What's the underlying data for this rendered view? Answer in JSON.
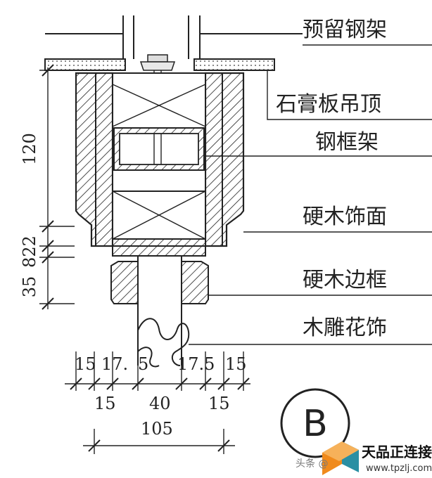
{
  "callouts": {
    "steel_frame_reserved": "预留钢架",
    "gypsum_ceiling": "石膏板吊顶",
    "steel_frame": "钢框架",
    "hardwood_finish": "硬木饰面",
    "hardwood_border": "硬木边框",
    "wood_carving": "木雕花饰"
  },
  "dimensions": {
    "vertical": {
      "top": "120",
      "mid": "822",
      "bottom": "35"
    },
    "horizontal_top": {
      "a": "15",
      "b": "17.",
      "c": "5",
      "d": "17.5",
      "e": "15"
    },
    "horizontal_mid": {
      "left": "15",
      "center": "40",
      "right": "15"
    },
    "total": "105"
  },
  "section_mark": "B",
  "watermark": {
    "brand": "天品正连接",
    "source": "头条 @",
    "url": "www.tpzlj.com"
  },
  "colors": {
    "ink": "#222222",
    "logo_orange": "#f08a1c",
    "logo_teal": "#2a8fa3"
  }
}
